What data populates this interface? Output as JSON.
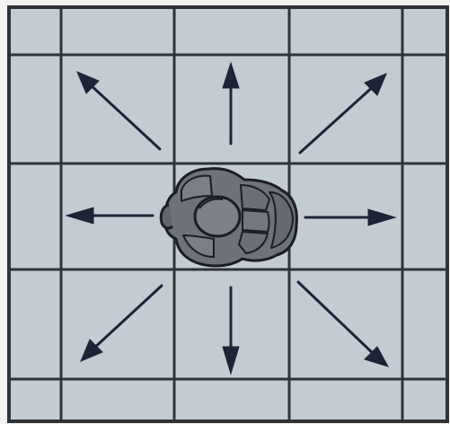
{
  "diagram": {
    "kind": "movement-directions",
    "grid": {
      "columns": 5,
      "rows": 5,
      "cell_fill": "#c4ccd3",
      "line_color": "#2f3337"
    },
    "center_figure": {
      "icon": "armored-figure-top-view-icon",
      "fill": "#6b7079",
      "outline": "#1b1d22"
    },
    "arrows": {
      "color": "#1d2438",
      "directions": [
        "north-west",
        "north",
        "north-east",
        "west",
        "east",
        "south-west",
        "south",
        "south-east"
      ]
    }
  }
}
